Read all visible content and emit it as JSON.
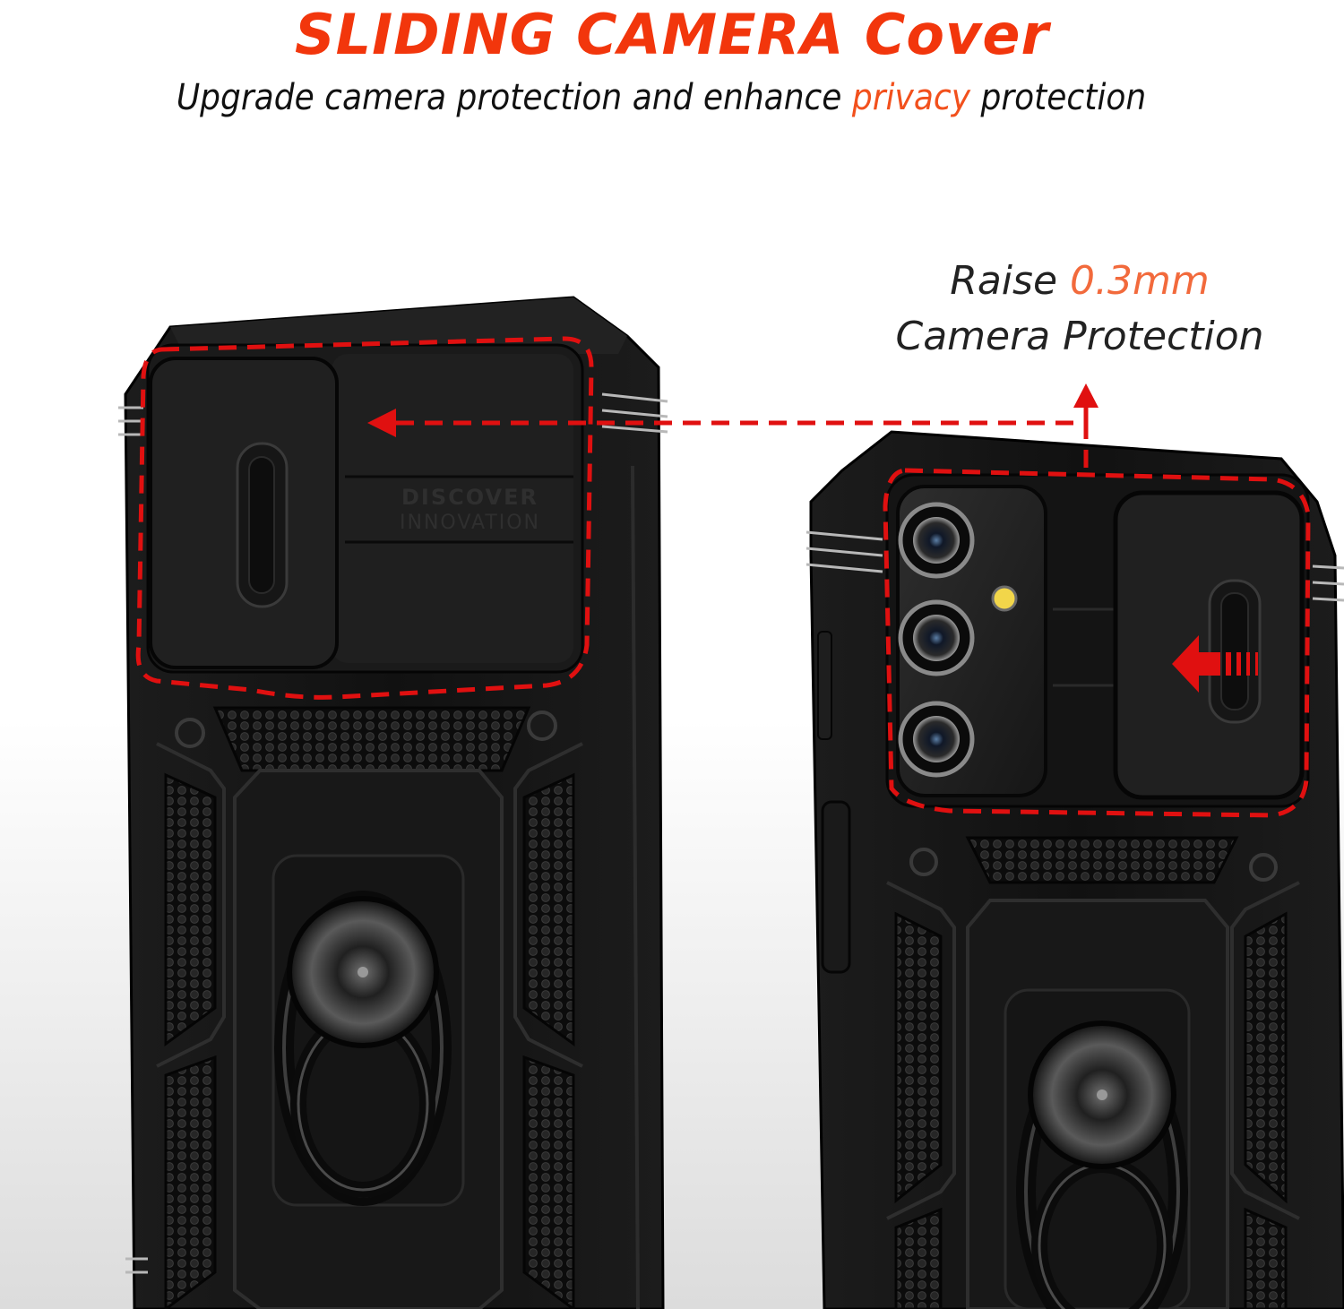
{
  "headline": "SLIDING CAMERA Cover",
  "subheadline": {
    "before": "Upgrade camera protection and enhance ",
    "highlight": "privacy",
    "after": " protection"
  },
  "callout": {
    "line1_prefix": "Raise ",
    "line1_value": "0.3mm",
    "line2": "Camera Protection"
  },
  "slider_imprint": {
    "line1": "DISCOVER",
    "line2": "INNOVATION"
  },
  "colors": {
    "accent": "#f2360c",
    "dashed_outline": "#e01010",
    "case_black": "#141414"
  },
  "icons": [
    "arrow-left-icon",
    "arrow-up-icon",
    "ring-holder-icon",
    "camera-lens-icon",
    "flash-icon"
  ]
}
